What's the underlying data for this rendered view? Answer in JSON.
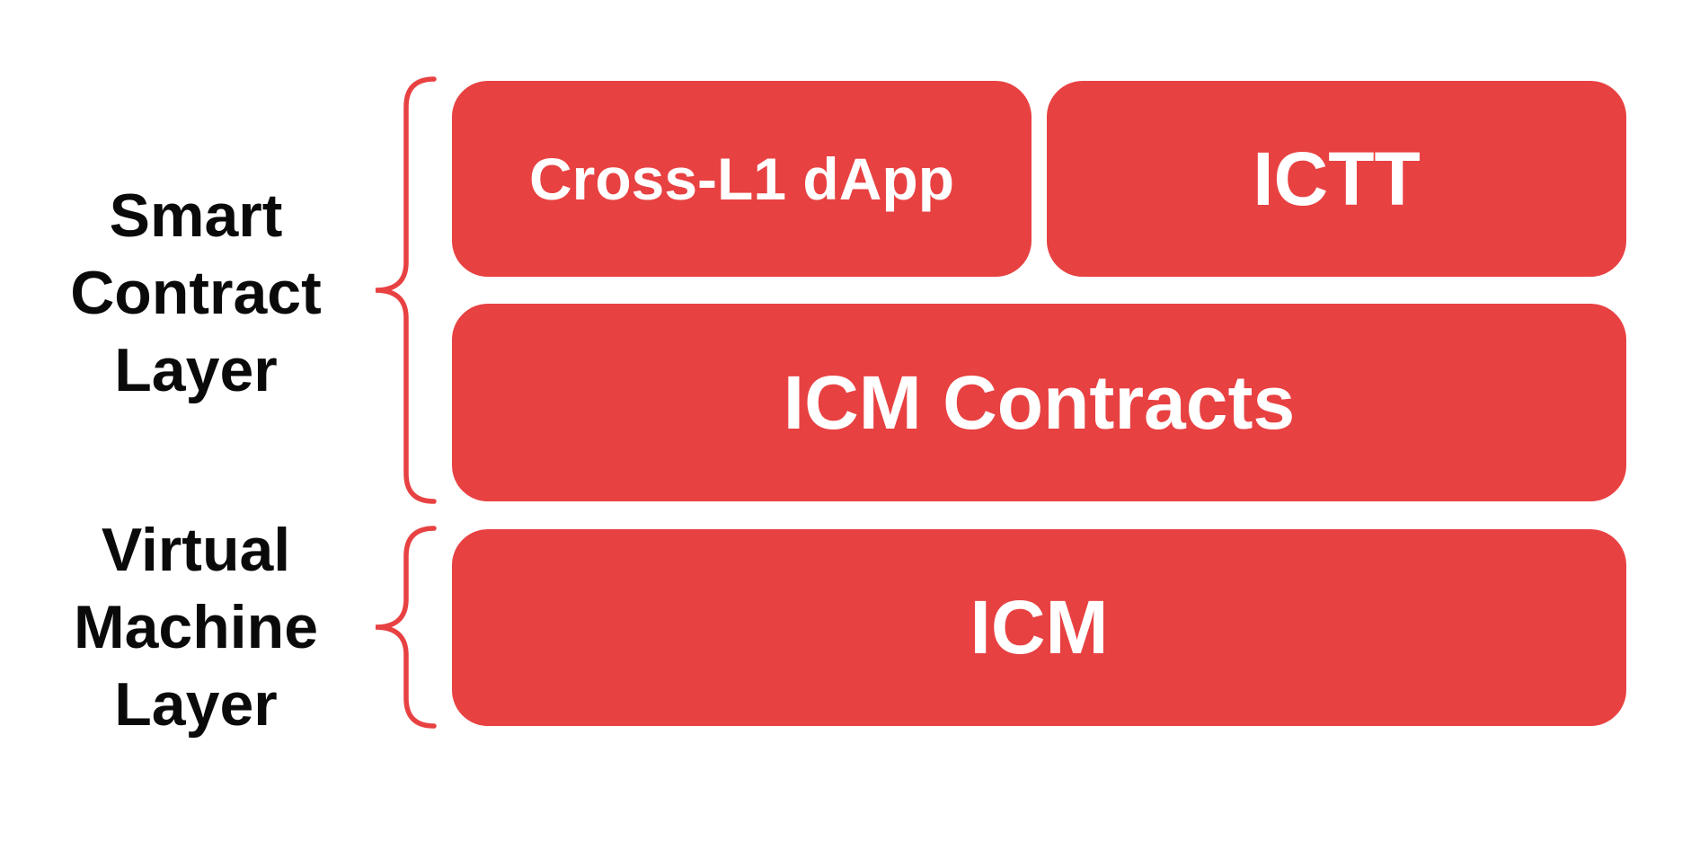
{
  "colors": {
    "accent_red": "#E84142",
    "label_text": "#0A0A0A",
    "box_text": "#FFFFFF",
    "background": "#FFFFFF"
  },
  "diagram": {
    "layers": [
      {
        "name": "smart-contract-layer",
        "label": "Smart\nContract\nLayer",
        "boxes": [
          {
            "id": "cross-l1-dapp",
            "label": "Cross-L1 dApp"
          },
          {
            "id": "ictt",
            "label": "ICTT"
          },
          {
            "id": "icm-contracts",
            "label": "ICM Contracts"
          }
        ]
      },
      {
        "name": "virtual-machine-layer",
        "label": "Virtual\nMachine\nLayer",
        "boxes": [
          {
            "id": "icm",
            "label": "ICM"
          }
        ]
      }
    ]
  }
}
